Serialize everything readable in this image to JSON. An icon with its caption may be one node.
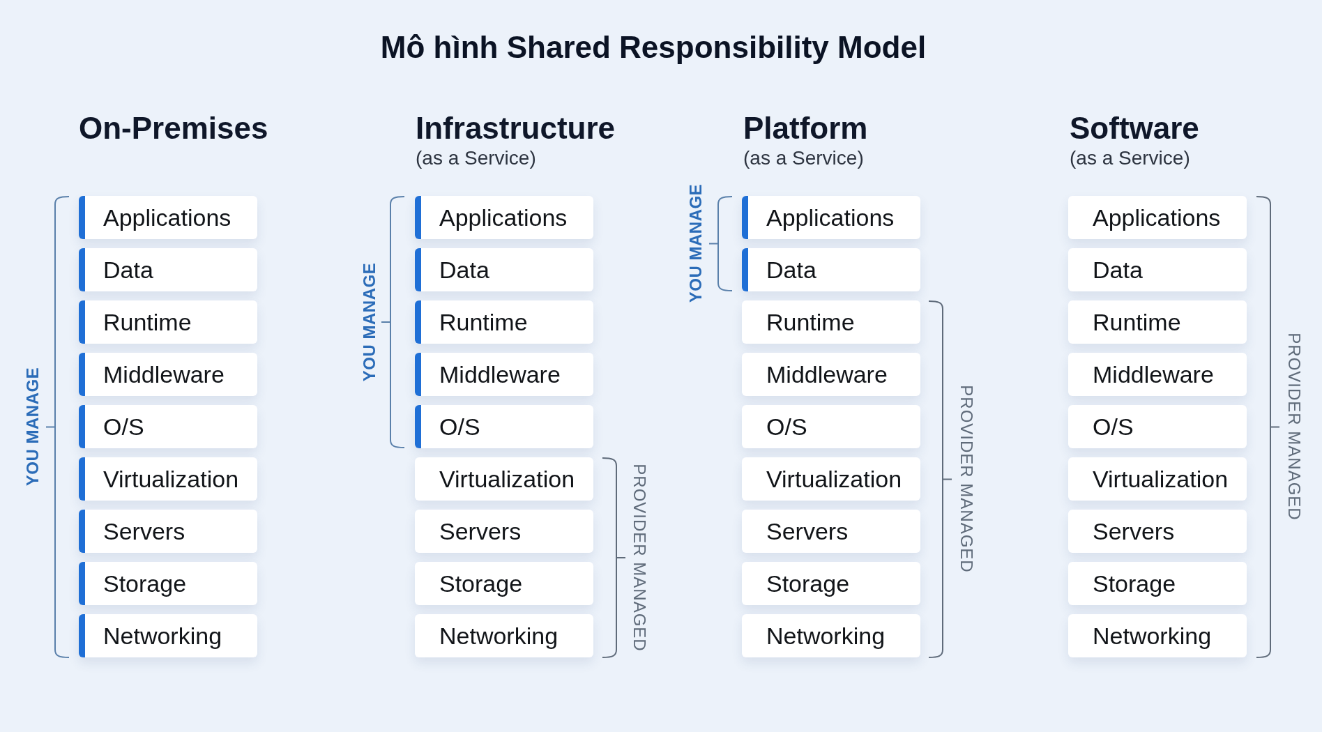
{
  "diagram": {
    "title": "Mô hình Shared Responsibility Model",
    "nodes": [
      {
        "text": [
          "Applications"
        ]
      },
      {
        "text": [
          "Data"
        ]
      },
      {
        "text": [
          "Runtime"
        ]
      },
      {
        "text": [
          "Middleware"
        ]
      },
      {
        "text": [
          "O/S"
        ]
      },
      {
        "text": [
          "Virtualization"
        ]
      },
      {
        "text": [
          "Servers"
        ]
      },
      {
        "text": [
          "Storage"
        ]
      },
      {
        "text": [
          "Networking"
        ]
      },
      {
        "text": [
          "Applications"
        ]
      },
      {
        "text": [
          "Data"
        ]
      },
      {
        "text": [
          "Runtime"
        ]
      },
      {
        "text": [
          "Middleware"
        ]
      },
      {
        "text": [
          "O/S"
        ]
      },
      {
        "text": [
          "Virtualization"
        ]
      },
      {
        "text": [
          "Servers"
        ]
      },
      {
        "text": [
          "Storage"
        ]
      },
      {
        "text": [
          "Networking"
        ]
      },
      {
        "text": [
          "Applications"
        ]
      },
      {
        "text": [
          "Data"
        ]
      },
      {
        "text": [
          "Runtime"
        ]
      },
      {
        "text": [
          "Middleware"
        ]
      },
      {
        "text": [
          "O/S"
        ]
      },
      {
        "text": [
          "Virtualization"
        ]
      },
      {
        "text": [
          "Servers"
        ]
      },
      {
        "text": [
          "Storage"
        ]
      },
      {
        "text": [
          "Networking"
        ]
      },
      {
        "text": [
          "Applications"
        ]
      },
      {
        "text": [
          "Data"
        ]
      },
      {
        "text": [
          "Runtime"
        ]
      },
      {
        "text": [
          "Middleware"
        ]
      },
      {
        "text": [
          "O/S"
        ]
      },
      {
        "text": [
          "Virtualization"
        ]
      },
      {
        "text": [
          "Servers"
        ]
      },
      {
        "text": [
          "Storage"
        ]
      },
      {
        "text": [
          "Networking"
        ]
      }
    ],
    "labels": [
      "On-Premises",
      "Infrastructure",
      "(as a Service)",
      "Platform",
      "(as a Service)",
      "Software",
      "(as a Service)",
      "YOU MANAGE",
      "YOU MANAGE",
      "PROVIDER MANAGED",
      "YOU MANAGE",
      "PROVIDER MANAGED",
      "PROVIDER MANAGED"
    ]
  }
}
